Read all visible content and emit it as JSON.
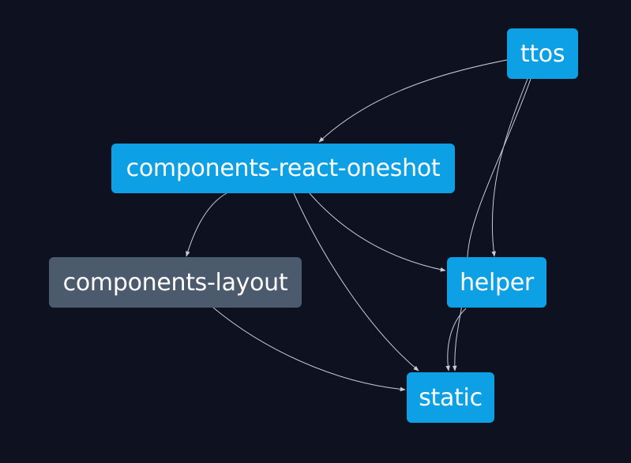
{
  "graph": {
    "nodes": [
      {
        "id": "ttos",
        "label": "ttos",
        "state": "active"
      },
      {
        "id": "components-react-oneshot",
        "label": "components-react-oneshot",
        "state": "active"
      },
      {
        "id": "components-layout",
        "label": "components-layout",
        "state": "muted"
      },
      {
        "id": "helper",
        "label": "helper",
        "state": "active"
      },
      {
        "id": "static",
        "label": "static",
        "state": "active"
      }
    ],
    "edges": [
      {
        "from": "ttos",
        "to": "components-react-oneshot"
      },
      {
        "from": "ttos",
        "to": "helper"
      },
      {
        "from": "ttos",
        "to": "static"
      },
      {
        "from": "components-react-oneshot",
        "to": "components-layout"
      },
      {
        "from": "components-react-oneshot",
        "to": "helper"
      },
      {
        "from": "components-react-oneshot",
        "to": "static"
      },
      {
        "from": "components-layout",
        "to": "static"
      },
      {
        "from": "helper",
        "to": "static"
      }
    ]
  },
  "colors": {
    "background": "#0d1120",
    "node_active": "#0ea0e4",
    "node_muted": "#4b5a6c",
    "edge": "#c8ccd4",
    "label": "#ffffff"
  }
}
